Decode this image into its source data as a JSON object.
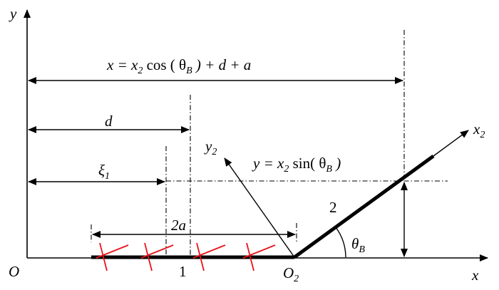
{
  "labels": {
    "y_axis": "y",
    "x_axis": "x",
    "origin": "O",
    "x2_axis": {
      "base": "x",
      "sub": "2"
    },
    "y2_axis": {
      "base": "y",
      "sub": "2"
    },
    "o2": {
      "base": "O",
      "sub": "2"
    },
    "theta_b": {
      "base": "θ",
      "sub": "B"
    },
    "segment_1": "1",
    "segment_2": "2",
    "dim_d": "d",
    "dim_2a": "2a",
    "xi1": {
      "base": "ξ",
      "sub": "1"
    }
  },
  "equations": {
    "x_eq": {
      "p1": "x = x",
      "p1_sub": "2",
      "p2": " cos ( θ",
      "p2_sub": "B",
      "p3": " ) + d + a"
    },
    "y_eq": {
      "p1": "y = x",
      "p1_sub": "2",
      "p2": " sin( θ",
      "p2_sub": "B",
      "p3": " )"
    }
  },
  "colors": {
    "line": "#000000",
    "crack_marks": "#e8141a",
    "background": "#ffffff"
  }
}
